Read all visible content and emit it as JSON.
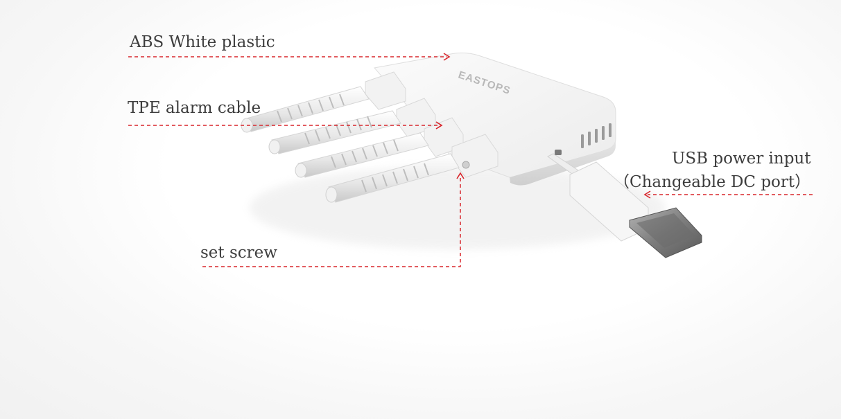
{
  "labels": {
    "abs": "ABS White plastic",
    "tpe": "TPE alarm cable",
    "set_screw": "set screw",
    "usb_line1": "USB power input",
    "usb_line2": "（Changeable DC port）"
  },
  "logo": {
    "text": "EASTOPS"
  },
  "colors": {
    "callout_line": "#d8262c",
    "text": "#3d3d3d",
    "device": "#f4f4f4",
    "usb_metal": "#8a8a8a"
  }
}
